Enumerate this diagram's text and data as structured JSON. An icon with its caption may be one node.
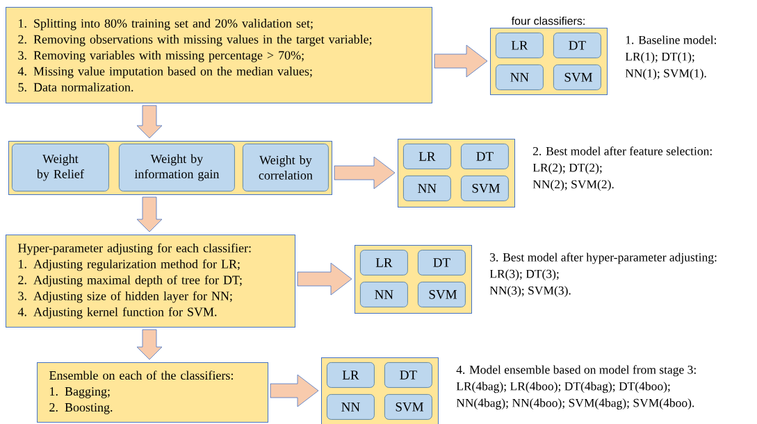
{
  "diagram": {
    "nodes": [
      {
        "text": [
          "1. Splitting into 80% training set and 20% validation set;",
          "2. Removing observations with missing values in the target variable;",
          "3. Removing variables with missing percentage > 70%;",
          "4. Missing value imputation based on the median values;",
          "5. Data normalization."
        ]
      },
      {
        "text": [
          "four classifiers:"
        ],
        "beside": [
          "1. Baseline model:",
          "LR(1); DT(1);",
          "NN(1); SVM(1)."
        ]
      },
      {
        "text": [
          "LR"
        ],
        "in": 1
      },
      {
        "text": [
          "DT"
        ],
        "in": 1
      },
      {
        "text": [
          "NN"
        ],
        "in": 1
      },
      {
        "text": [
          "SVM"
        ],
        "in": 1
      },
      {
        "text": [],
        "shape": "box"
      },
      {
        "text": [
          "Weight by Relief"
        ],
        "in": 6
      },
      {
        "text": [
          "Weight by information gain"
        ],
        "in": 6
      },
      {
        "text": [
          "Weight by correlation"
        ],
        "in": 6
      },
      {
        "text": [],
        "shape": "box",
        "beside": [
          "2. Best model after feature selection:",
          "LR(2); DT(2);",
          "NN(2); SVM(2)."
        ]
      },
      {
        "text": [
          "LR"
        ],
        "in": 10
      },
      {
        "text": [
          "DT"
        ],
        "in": 10
      },
      {
        "text": [
          "NN"
        ],
        "in": 10
      },
      {
        "text": [
          "SVM"
        ],
        "in": 10
      },
      {
        "text": [
          "Hyper-parameter adjusting for each classifier:",
          "1. Adjusting regularization method for LR;",
          "2. Adjusting maximal depth of tree for DT;",
          "3. Adjusting size of hidden layer for NN;",
          "4. Adjusting kernel function for SVM."
        ]
      },
      {
        "text": [],
        "shape": "box",
        "beside": [
          "3. Best model after hyper-parameter adjusting:",
          "LR(3); DT(3);",
          "NN(3); SVM(3)."
        ]
      },
      {
        "text": [
          "LR"
        ],
        "in": 16
      },
      {
        "text": [
          "DT"
        ],
        "in": 16
      },
      {
        "text": [
          "NN"
        ],
        "in": 16
      },
      {
        "text": [
          "SVM"
        ],
        "in": 16
      },
      {
        "text": [
          "Ensemble on each of the classifiers:",
          "1. Bagging;",
          "2. Boosting."
        ]
      },
      {
        "text": [],
        "shape": "box",
        "beside": [
          "4. Model ensemble based on model from stage 3:",
          "LR(4bag); LR(4boo); DT(4bag); DT(4boo);",
          "NN(4bag); NN(4boo); SVM(4bag); SVM(4boo)."
        ]
      },
      {
        "text": [
          "LR"
        ],
        "in": 22
      },
      {
        "text": [
          "DT"
        ],
        "in": 22
      },
      {
        "text": [
          "NN"
        ],
        "in": 22
      },
      {
        "text": [
          "SVM"
        ],
        "in": 22
      }
    ],
    "edges": [
      {
        "from": 0,
        "to": 1,
        "arrow": "to"
      },
      {
        "from": 0,
        "to": 6,
        "arrow": "to"
      },
      {
        "from": 6,
        "to": 10,
        "arrow": "to"
      },
      {
        "from": 6,
        "to": 15,
        "arrow": "to"
      },
      {
        "from": 15,
        "to": 16,
        "arrow": "to"
      },
      {
        "from": 15,
        "to": 21,
        "arrow": "to"
      },
      {
        "from": 21,
        "to": 22,
        "arrow": "to"
      }
    ]
  }
}
